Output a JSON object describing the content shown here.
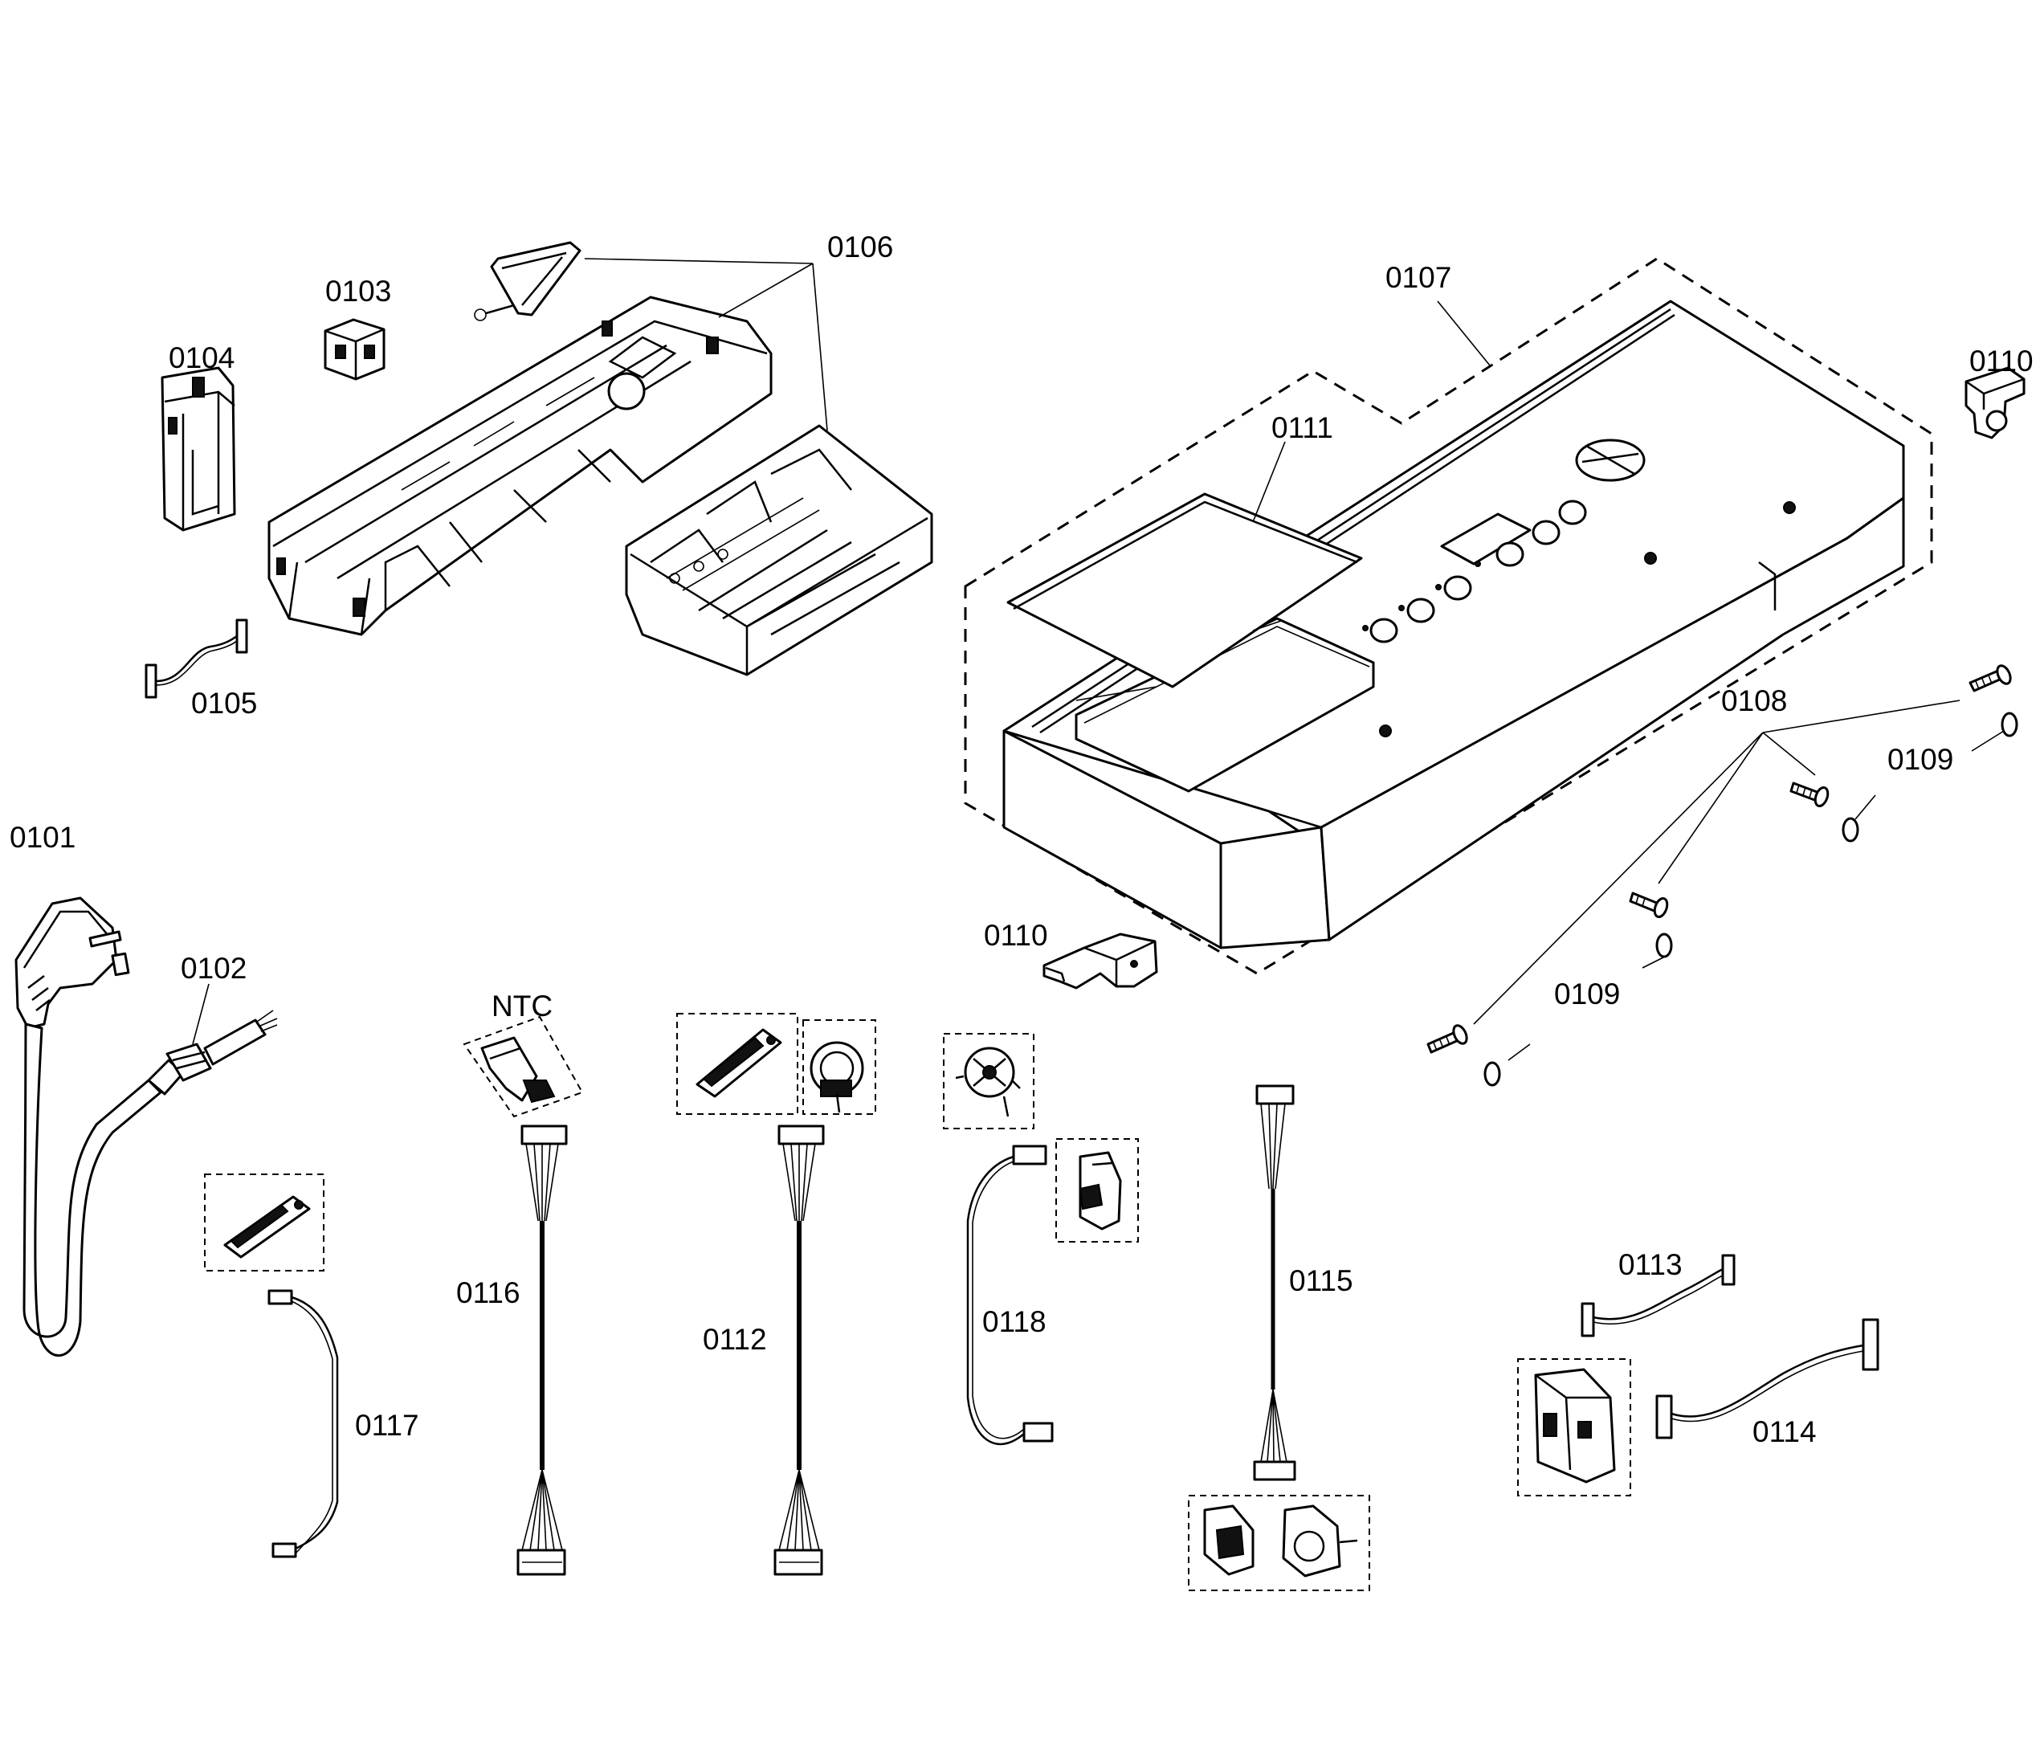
{
  "labels": {
    "p0101": "0101",
    "p0102": "0102",
    "p0103": "0103",
    "p0104": "0104",
    "p0105": "0105",
    "p0106": "0106",
    "p0107": "0107",
    "p0108": "0108",
    "p0109a": "0109",
    "p0109b": "0109",
    "p0110a": "0110",
    "p0110b": "0110",
    "p0111": "0111",
    "p0112": "0112",
    "p0113": "0113",
    "p0114": "0114",
    "p0115": "0115",
    "p0116": "0116",
    "p0117": "0117",
    "p0118": "0118",
    "ntc": "NTC"
  }
}
